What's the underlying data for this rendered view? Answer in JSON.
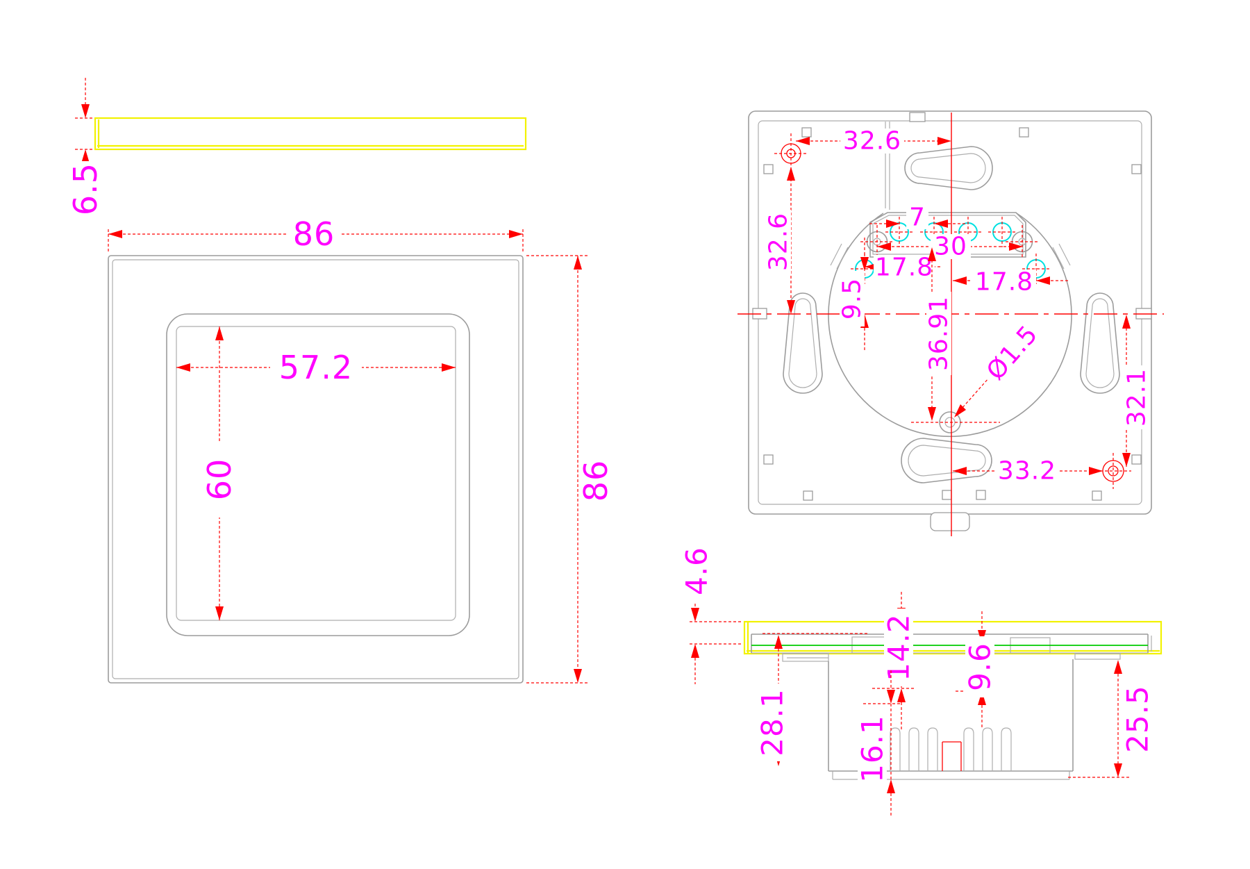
{
  "colors": {
    "dimension_red": "#ff0000",
    "label_magenta": "#ff00ff",
    "outline_gray": "#9c9c9c",
    "glass_yellow": "#f2f200",
    "terminal_cyan": "#00e0e0",
    "pcb_green": "#00cc00",
    "background": "#ffffff"
  },
  "front": {
    "width": "86",
    "height": "86",
    "touch_width": "57.2",
    "touch_height": "60",
    "glass_thickness": "6.5"
  },
  "back": {
    "hole_offset_x": "32.6",
    "hole_offset_y": "32.6",
    "terminal_pitch": "7",
    "terminal_span": "30",
    "offset_left": "17.8",
    "offset_right": "17.8",
    "terminal_drop": "9.5",
    "center_hole_drop": "36.91",
    "center_hole_dia": "Ø1.5",
    "corner_hole_y": "32.1",
    "corner_hole_x": "33.2"
  },
  "side": {
    "glass_gap": "4.6",
    "frame_depth": "14.2",
    "pcb_drop": "9.6",
    "total_depth": "28.1",
    "pin_length": "16.1",
    "body_depth": "25.5"
  }
}
